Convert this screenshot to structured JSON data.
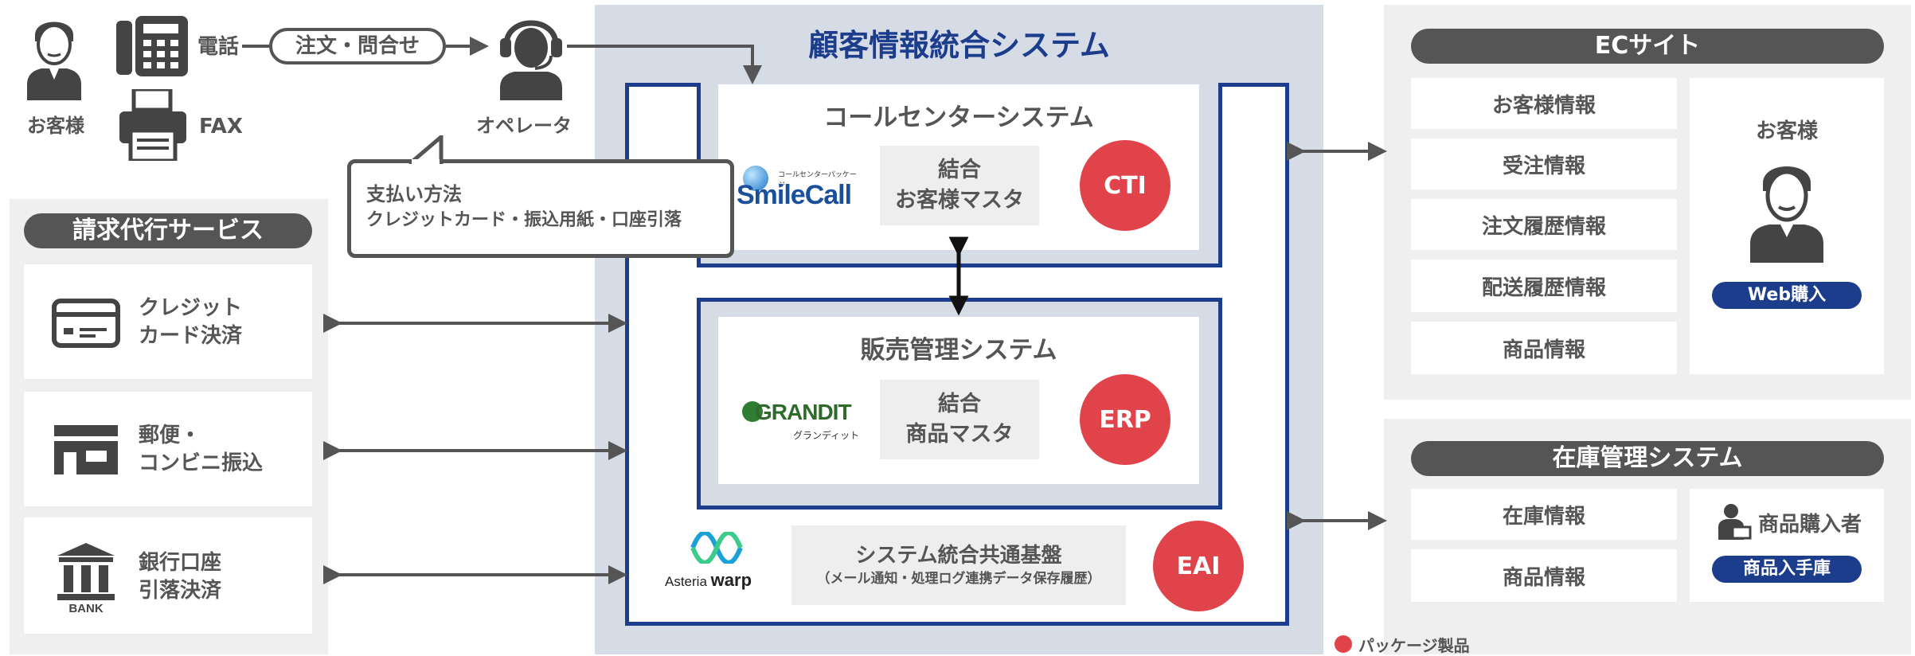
{
  "customer": {
    "label": "お客様",
    "phone": "電話",
    "fax": "FAX"
  },
  "order_pill": "注文・問合せ",
  "operator": "オペレータ",
  "bubble": {
    "line1": "支払い方法",
    "line2": "クレジットカード・振込用紙・口座引落"
  },
  "billing": {
    "title": "請求代行サービス",
    "items": [
      {
        "line1": "クレジット",
        "line2": "カード決済"
      },
      {
        "line1": "郵便・",
        "line2": "コンビニ振込"
      },
      {
        "line1": "銀行口座",
        "line2": "引落決済"
      }
    ],
    "bank_caption": "BANK"
  },
  "center": {
    "title": "顧客情報統合システム",
    "call": {
      "title": "コールセンターシステム",
      "product": "SmileCall",
      "product_small": "コールセンターパッケージ",
      "box_line1": "結合",
      "box_line2": "お客様マスタ",
      "badge": "CTI"
    },
    "sales": {
      "title": "販売管理システム",
      "product": "GRANDIT",
      "product_small": "グランディット",
      "box_line1": "結合",
      "box_line2": "商品マスタ",
      "badge": "ERP"
    },
    "eai": {
      "product_prefix": "Asteria",
      "product_suffix": "warp",
      "box_line1": "システム統合共通基盤",
      "box_line2": "（メール通知・処理ログ連携データ保存履歴）",
      "badge": "EAI"
    }
  },
  "ec": {
    "title": "ECサイト",
    "items": [
      "お客様情報",
      "受注情報",
      "注文履歴情報",
      "配送履歴情報",
      "商品情報"
    ],
    "customer_label": "お客様",
    "web_pill": "Web購入"
  },
  "inventory": {
    "title": "在庫管理システム",
    "items": [
      "在庫情報",
      "商品情報"
    ],
    "buyer_label": "商品購入者",
    "buyer_pill": "商品入手庫"
  },
  "legend": {
    "label": "パッケージ製品",
    "color": "#e0434a"
  },
  "colors": {
    "navy": "#1c3c8c",
    "red": "#e0434a",
    "center_bg": "#d6dce6",
    "pill_gray": "#555555"
  }
}
